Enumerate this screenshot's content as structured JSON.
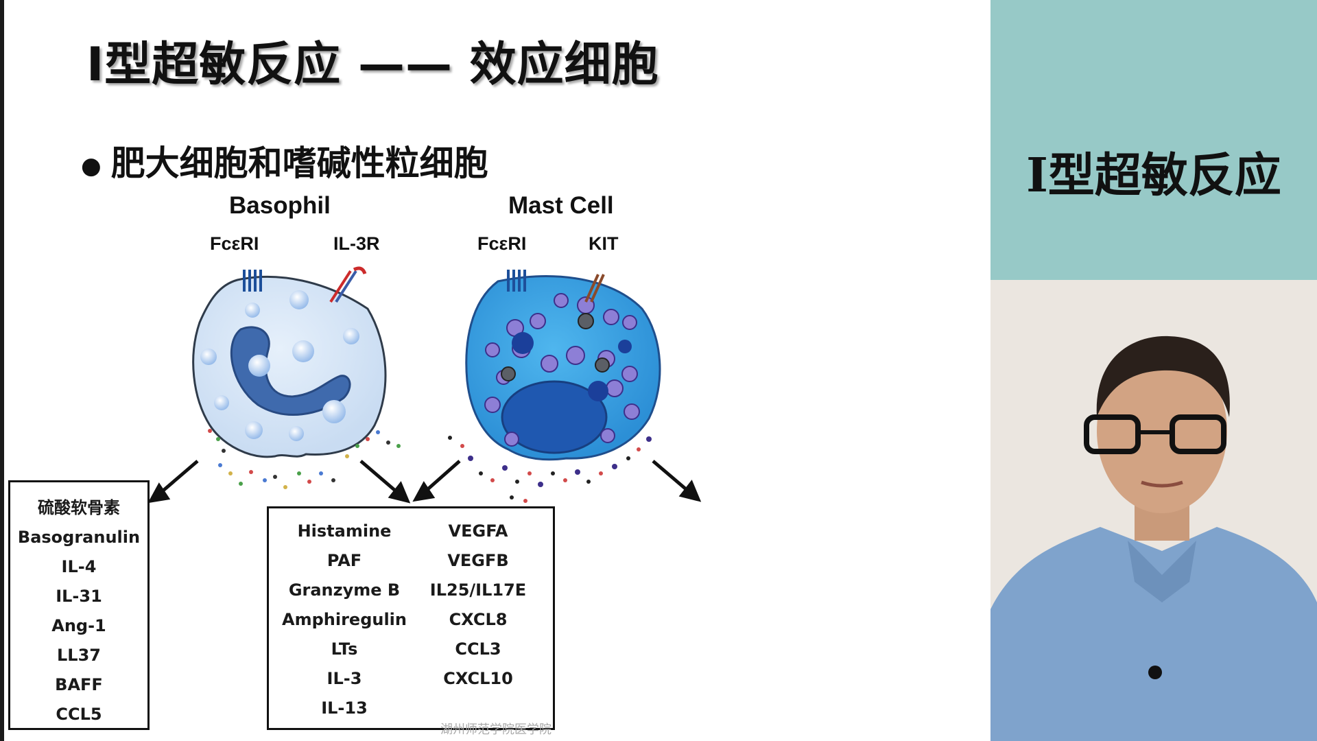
{
  "slide": {
    "title": "I型超敏反应 —— 效应细胞",
    "bullet": "肥大细胞和嗜碱性粒细胞",
    "basophil": {
      "title": "Basophil",
      "receptors": [
        "FcεRI",
        "IL-3R"
      ]
    },
    "mast_cell": {
      "title": "Mast Cell",
      "receptors": [
        "FcεRI",
        "KIT"
      ]
    },
    "basophil_mediators": [
      "硫酸软骨素",
      "Basogranulin",
      "IL-4",
      "IL-31",
      "Ang-1",
      "LL37",
      "BAFF",
      "CCL5"
    ],
    "shared_mediators_col1": [
      "Histamine",
      "PAF",
      "Granzyme B",
      "Amphiregulin",
      "LTs",
      "IL-3",
      "IL-13"
    ],
    "shared_mediators_col2": [
      "VEGFA",
      "VEGFB",
      "IL25/IL17E",
      "CXCL8",
      "CCL3",
      "CXCL10"
    ],
    "watermark": "湖州师范学院医学院"
  },
  "sidebar": {
    "title": "I型超敏反应",
    "background": "#97c9c7"
  }
}
